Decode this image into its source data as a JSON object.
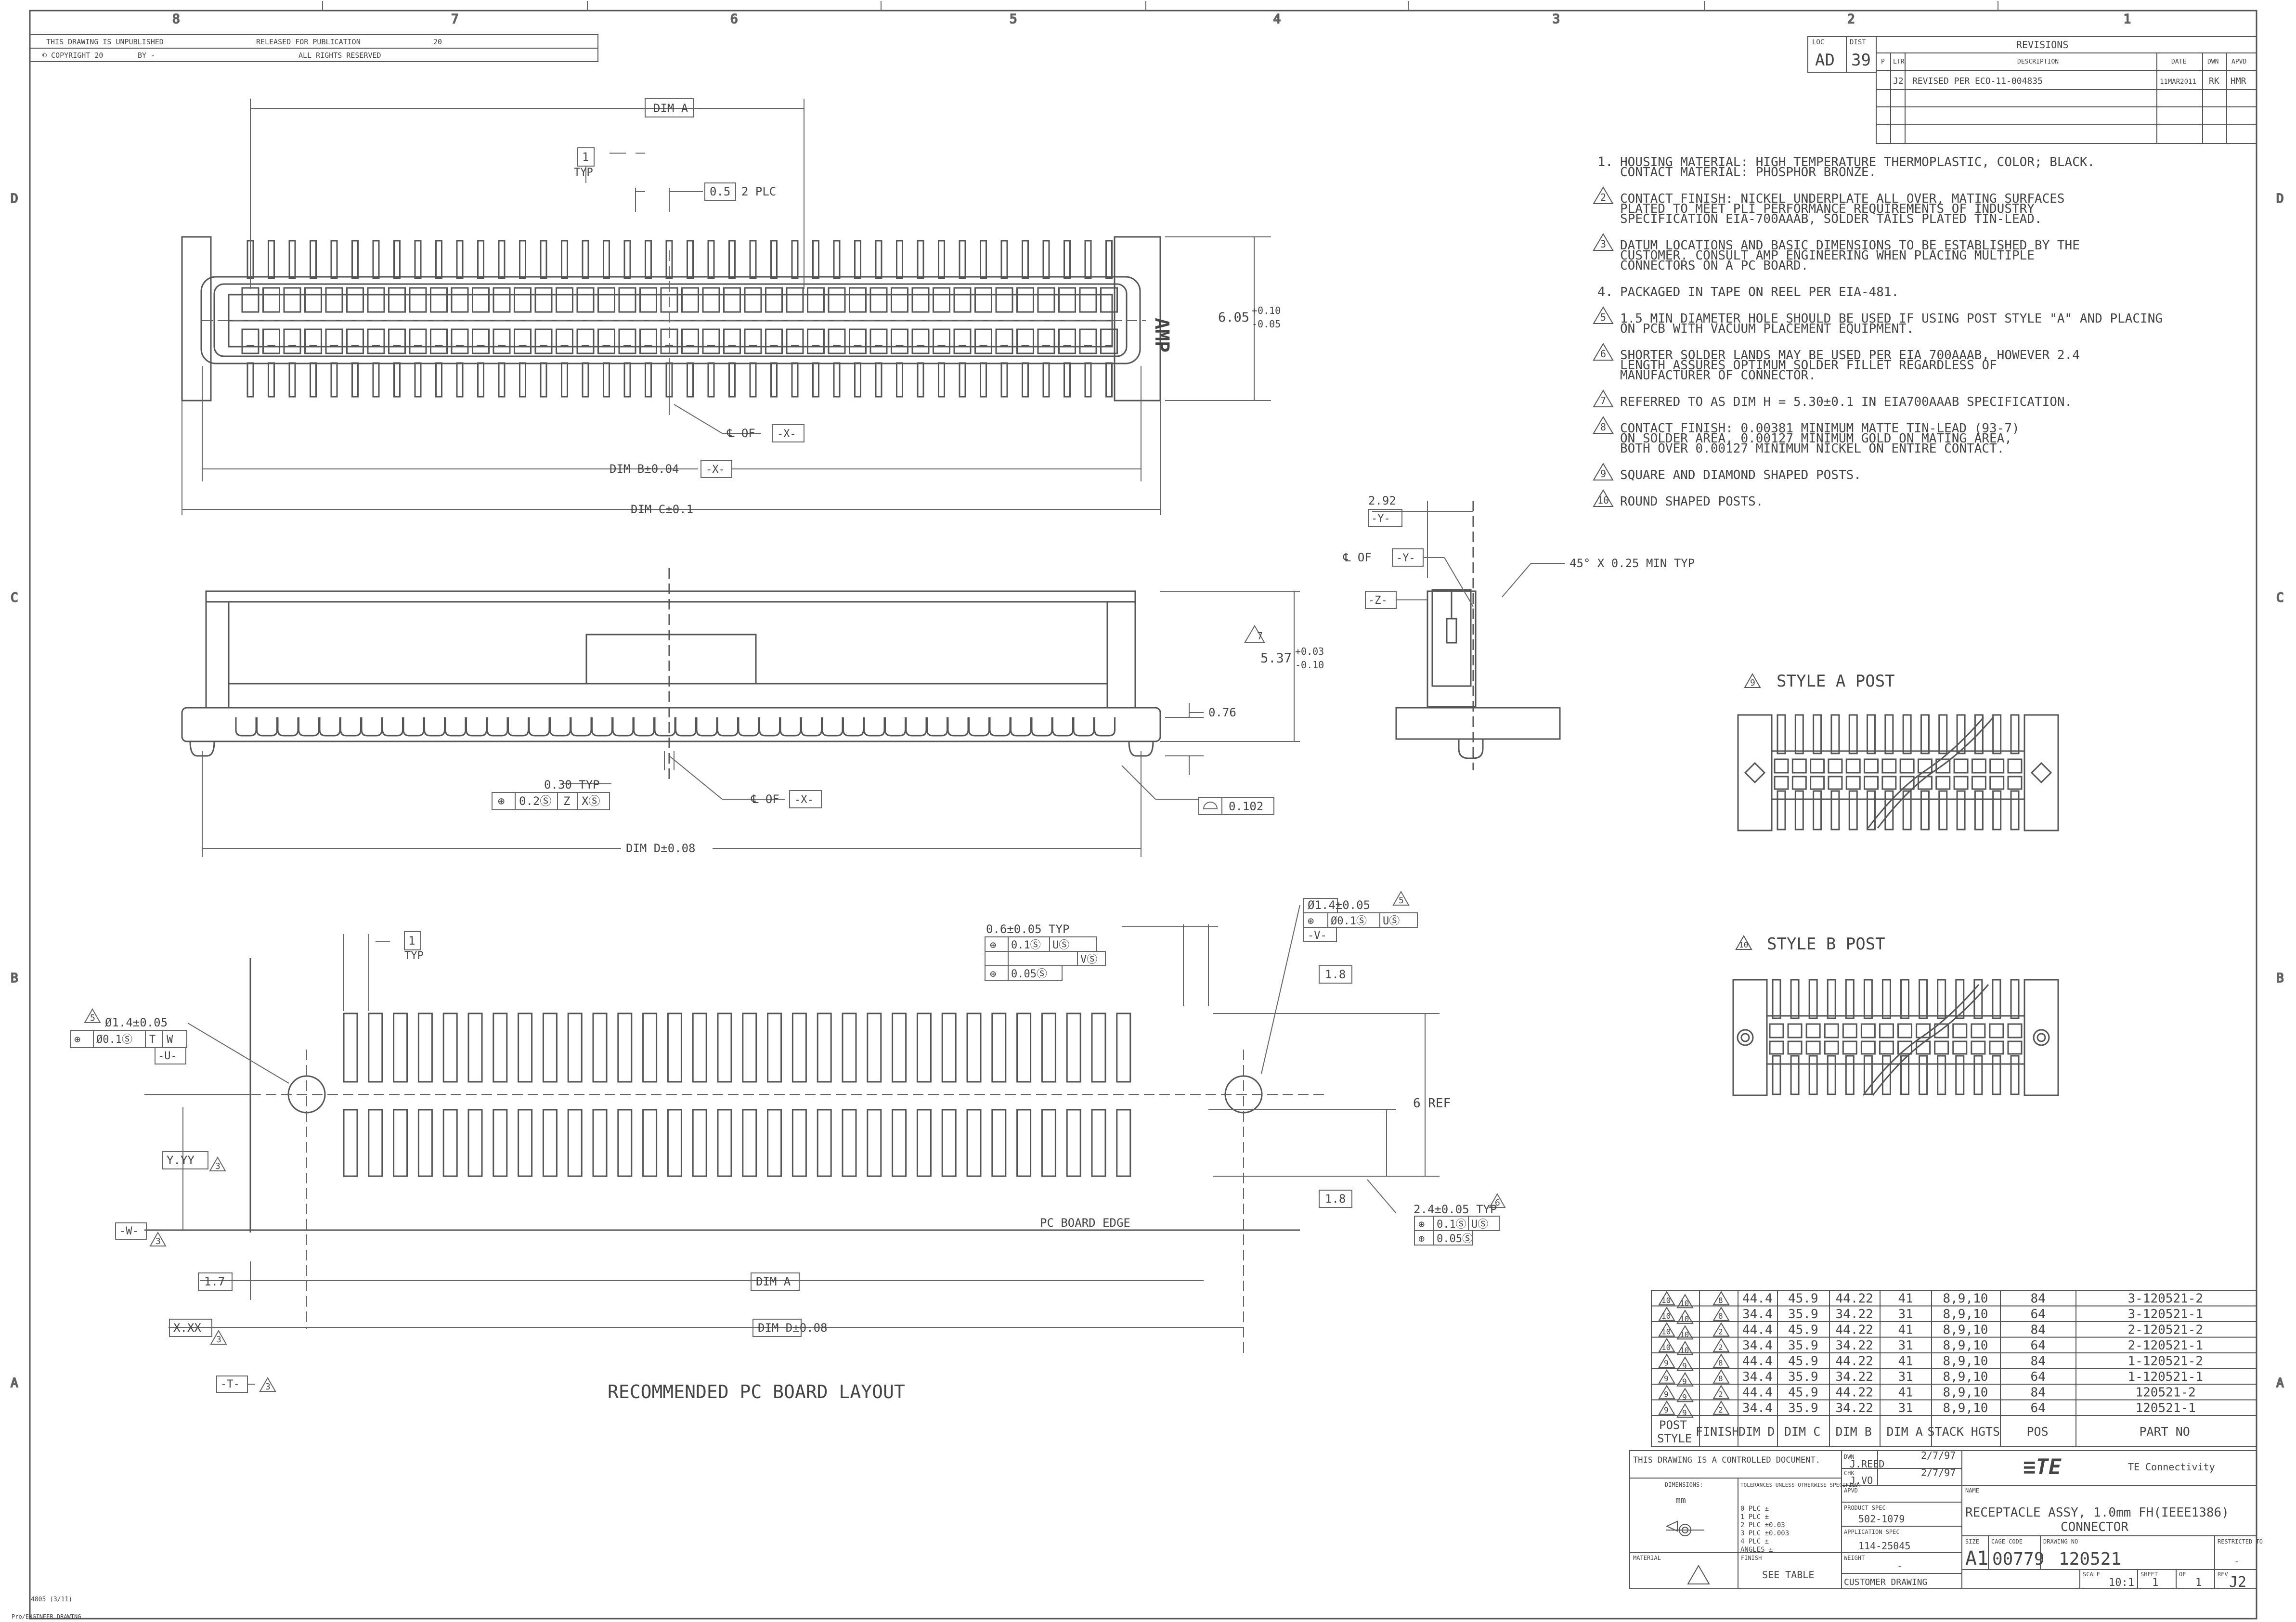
{
  "zones": {
    "top": [
      "8",
      "7",
      "6",
      "5",
      "4",
      "3",
      "2",
      "1"
    ],
    "side": [
      "D",
      "C",
      "B",
      "A"
    ]
  },
  "header": {
    "unpublished": "THIS DRAWING IS UNPUBLISHED",
    "released": "RELEASED FOR PUBLICATION",
    "year": "20",
    "copyright": "© COPYRIGHT 20",
    "by": "BY -",
    "rights": "ALL RIGHTS RESERVED"
  },
  "revisions": {
    "loc_label": "LOC",
    "loc": "AD",
    "dist_label": "DIST",
    "dist": "39",
    "title": "REVISIONS",
    "cols": [
      "P",
      "LTR",
      "DESCRIPTION",
      "DATE",
      "DWN",
      "APVD"
    ],
    "row": {
      "ltr": "J2",
      "desc": "REVISED PER ECO-11-004835",
      "date": "11MAR2011",
      "dwn": "RK",
      "apvd": "HMR"
    }
  },
  "notes": [
    {
      "n": "1.",
      "flag": false,
      "lines": [
        "HOUSING MATERIAL: HIGH TEMPERATURE THERMOPLASTIC, COLOR; BLACK.",
        "CONTACT MATERIAL: PHOSPHOR BRONZE."
      ]
    },
    {
      "n": "2",
      "flag": true,
      "lines": [
        "CONTACT FINISH: NICKEL UNDERPLATE ALL OVER, MATING SURFACES",
        "PLATED TO MEET PLI PERFORMANCE REQUIREMENTS OF INDUSTRY",
        "SPECIFICATION EIA-700AAAB, SOLDER TAILS PLATED TIN-LEAD."
      ]
    },
    {
      "n": "3",
      "flag": true,
      "lines": [
        "DATUM LOCATIONS AND BASIC DIMENSIONS TO BE ESTABLISHED BY THE",
        "CUSTOMER. CONSULT AMP ENGINEERING WHEN PLACING MULTIPLE",
        "CONNECTORS ON A PC BOARD."
      ]
    },
    {
      "n": "4.",
      "flag": false,
      "lines": [
        "PACKAGED IN TAPE ON REEL PER EIA-481."
      ]
    },
    {
      "n": "5",
      "flag": true,
      "lines": [
        "1.5 MIN DIAMETER HOLE SHOULD BE USED IF USING POST STYLE \"A\" AND PLACING",
        "ON PCB WITH VACUUM PLACEMENT EQUIPMENT."
      ]
    },
    {
      "n": "6",
      "flag": true,
      "lines": [
        "SHORTER SOLDER LANDS MAY BE USED PER EIA 700AAAB, HOWEVER 2.4",
        "LENGTH ASSURES OPTIMUM SOLDER FILLET REGARDLESS OF",
        "MANUFACTURER OF CONNECTOR."
      ]
    },
    {
      "n": "7",
      "flag": true,
      "lines": [
        "REFERRED TO AS DIM H = 5.30±0.1 IN EIA700AAAB SPECIFICATION."
      ]
    },
    {
      "n": "8",
      "flag": true,
      "lines": [
        "CONTACT FINISH: 0.00381 MINIMUM MATTE TIN-LEAD (93-7)",
        "ON SOLDER AREA, 0.00127 MINIMUM GOLD ON MATING AREA,",
        "BOTH OVER 0.00127 MINIMUM NICKEL ON ENTIRE CONTACT."
      ]
    },
    {
      "n": "9",
      "flag": true,
      "lines": [
        "SQUARE AND DIAMOND SHAPED POSTS."
      ]
    },
    {
      "n": "10",
      "flag": true,
      "lines": [
        "ROUND SHAPED POSTS."
      ]
    }
  ],
  "labels": {
    "amp_logo": "AMP",
    "dim_a": "DIM A",
    "typ_1": "1",
    "typ": "TYP",
    "pitch": "0.5",
    "plc": "2 PLC",
    "height": "6.05",
    "height_tol_up": "+0.10",
    "height_tol_dn": "-0.05",
    "cl_of": "℄ OF",
    "datum_x": "-X-",
    "datum_y": "-Y-",
    "datum_z": "-Z-",
    "datum_u": "-U-",
    "datum_v": "-V-",
    "datum_w": "-W-",
    "datum_t": "-T-",
    "dim_b": "DIM B±0.04",
    "dim_c": "DIM C±0.1",
    "side_height_flag": "7",
    "side_height": "5.37",
    "side_tol_up": "+0.03",
    "side_tol_dn": "-0.10",
    "lead_dim": "0.76",
    "tail_typ": "0.30 TYP",
    "pos_tol_1": "0.2Ⓢ",
    "pos_tol_z": "Z",
    "pos_tol_x": "XⓈ",
    "flatness": "0.102",
    "dim_d": "DIM D±0.08",
    "end_width": "2.92",
    "chamfer": "45° X 0.25 MIN TYP",
    "style_a_flag": "9",
    "style_a": "STYLE A POST",
    "style_b_flag": "10",
    "style_b": "STYLE B POST",
    "hole_flag": "5",
    "hole_dia": "Ø1.4±0.05",
    "hole_tol": "Ø0.1Ⓢ",
    "hole_ref_t": "T",
    "hole_ref_w": "W",
    "hole_ref_u": "UⓈ",
    "land_width": "0.6±0.05 TYP",
    "land_tol_1": "0.1Ⓢ",
    "land_ref_u": "UⓈ",
    "land_ref_v": "VⓈ",
    "land_tol_2": "0.05Ⓢ",
    "land_height": "1.8",
    "row_ref": "6 REF",
    "land_len": "2.4±0.05 TYP",
    "land_len_flag": "6",
    "yyy": "Y.YY",
    "xxx": "X.XX",
    "flag_3": "3",
    "pc_edge": "PC BOARD EDGE",
    "dim_17": "1.7",
    "layout_title": "RECOMMENDED PC BOARD LAYOUT"
  },
  "table": {
    "headers": [
      "POST STYLE",
      "FINISH",
      "DIM D",
      "DIM C",
      "DIM B",
      "DIM A",
      "STACK HGTS",
      "POS",
      "PART NO"
    ],
    "rows": [
      {
        "post": "10",
        "finish": "8",
        "d": "44.4",
        "c": "45.9",
        "b": "44.22",
        "a": "41",
        "stack": "8,9,10",
        "pos": "84",
        "part": "3-120521-2"
      },
      {
        "post": "10",
        "finish": "8",
        "d": "34.4",
        "c": "35.9",
        "b": "34.22",
        "a": "31",
        "stack": "8,9,10",
        "pos": "64",
        "part": "3-120521-1"
      },
      {
        "post": "10",
        "finish": "2",
        "d": "44.4",
        "c": "45.9",
        "b": "44.22",
        "a": "41",
        "stack": "8,9,10",
        "pos": "84",
        "part": "2-120521-2"
      },
      {
        "post": "10",
        "finish": "2",
        "d": "34.4",
        "c": "35.9",
        "b": "34.22",
        "a": "31",
        "stack": "8,9,10",
        "pos": "64",
        "part": "2-120521-1"
      },
      {
        "post": "9",
        "finish": "8",
        "d": "44.4",
        "c": "45.9",
        "b": "44.22",
        "a": "41",
        "stack": "8,9,10",
        "pos": "84",
        "part": "1-120521-2"
      },
      {
        "post": "9",
        "finish": "8",
        "d": "34.4",
        "c": "35.9",
        "b": "34.22",
        "a": "31",
        "stack": "8,9,10",
        "pos": "64",
        "part": "1-120521-1"
      },
      {
        "post": "9",
        "finish": "2",
        "d": "44.4",
        "c": "45.9",
        "b": "44.22",
        "a": "41",
        "stack": "8,9,10",
        "pos": "84",
        "part": "120521-2"
      },
      {
        "post": "9",
        "finish": "2",
        "d": "34.4",
        "c": "35.9",
        "b": "34.22",
        "a": "31",
        "stack": "8,9,10",
        "pos": "64",
        "part": "120521-1"
      }
    ]
  },
  "title_block": {
    "controlled": "THIS DRAWING IS A CONTROLLED DOCUMENT.",
    "dwn_label": "DWN",
    "dwn": "J.REED",
    "dwn_date": "2/7/97",
    "chk_label": "CHK",
    "chk": "J.VO",
    "chk_date": "2/7/97",
    "apvd_label": "APVD",
    "dimensions_label": "DIMENSIONS:",
    "units": "mm",
    "tolerances": "TOLERANCES UNLESS OTHERWISE SPECIFIED:",
    "tol_lines": [
      "0 PLC    ±",
      "1 PLC    ±",
      "2 PLC   ±0.03",
      "3 PLC   ±0.003",
      "4 PLC    ±",
      "ANGLES        ±"
    ],
    "product_spec_label": "PRODUCT SPEC",
    "product_spec": "502-1079",
    "app_spec_label": "APPLICATION SPEC",
    "app_spec": "114-25045",
    "weight_label": "WEIGHT",
    "weight": "-",
    "material_label": "MATERIAL",
    "finish_label": "FINISH",
    "finish": "SEE TABLE",
    "customer": "CUSTOMER DRAWING",
    "name_label": "NAME",
    "title_1": "RECEPTACLE ASSY, 1.0mm FH(IEEE1386)",
    "title_2": "CONNECTOR",
    "company": "TE Connectivity",
    "logo": "≡TE",
    "size_label": "SIZE",
    "size": "A1",
    "cage_label": "CAGE CODE",
    "cage": "00779",
    "dwg_label": "DRAWING NO",
    "dwg": "120521",
    "restricted_label": "RESTRICTED TO",
    "restricted": "-",
    "scale_label": "SCALE",
    "scale": "10:1",
    "sheet_label": "SHEET",
    "sheet": "1",
    "of_label": "OF",
    "of": "1",
    "rev_label": "REV",
    "rev": "J2"
  },
  "footer": {
    "form": "4805 (3/11)",
    "code": "Pro/ENGINEER DRAWING"
  }
}
